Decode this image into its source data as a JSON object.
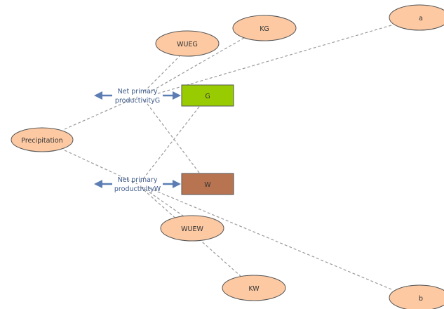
{
  "nodes": {
    "precipitation": "Precipitation",
    "wueg": "WUEG",
    "kg": "KG",
    "a": "a",
    "g": "G",
    "w": "W",
    "wuew": "WUEW",
    "kw": "KW",
    "b": "b"
  },
  "flows": {
    "npp_g": [
      "Net primary",
      "productivityG"
    ],
    "npp_w": [
      "Net primary",
      "productivityW"
    ]
  },
  "colors": {
    "ellipse_fill": "#fcc9a3",
    "stock_g": "#99cc00",
    "stock_w": "#b87451",
    "arrow": "#5b7db4",
    "link": "#9a9a9a"
  }
}
